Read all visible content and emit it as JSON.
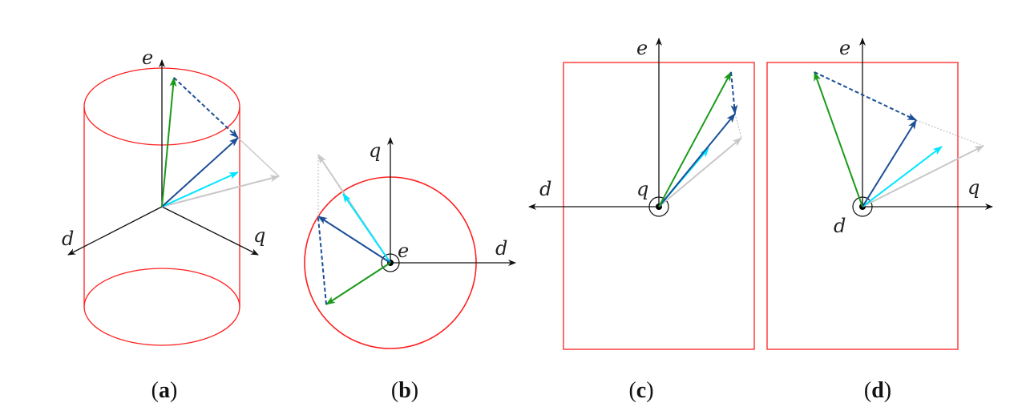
{
  "colors": {
    "frame": "#ff2020",
    "axis": "#111111",
    "green": "#1a9a1a",
    "blue": "#1c4f96",
    "cyan": "#00e5ff",
    "gray": "#c8c8c8"
  },
  "panels": [
    {
      "caption_open": "(",
      "caption_letter": "a",
      "caption_close": ")",
      "axes": {
        "e": "e",
        "d": "d",
        "q": "q"
      }
    },
    {
      "caption_open": "(",
      "caption_letter": "b",
      "caption_close": ")",
      "axes": {
        "e": "e",
        "d": "d",
        "q": "q"
      }
    },
    {
      "caption_open": "(",
      "caption_letter": "c",
      "caption_close": ")",
      "axes": {
        "e": "e",
        "d": "d",
        "q": "q"
      }
    },
    {
      "caption_open": "(",
      "caption_letter": "d",
      "caption_close": ")",
      "axes": {
        "e": "e",
        "d": "d",
        "q": "q"
      }
    }
  ]
}
